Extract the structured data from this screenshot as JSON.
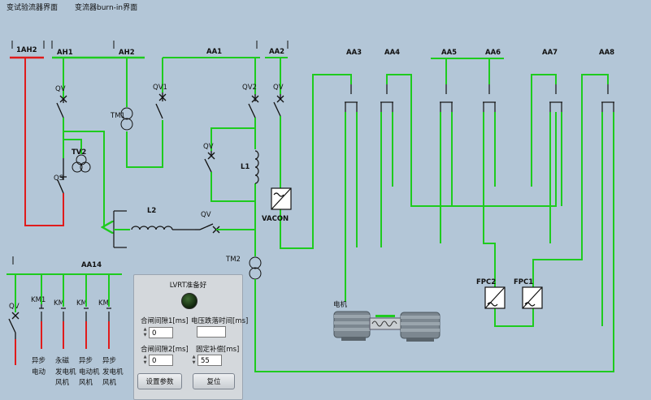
{
  "tabs": [
    {
      "label": "变试验流器界面"
    },
    {
      "label": "变流器burn-in界面"
    }
  ],
  "colors": {
    "energized": "#1ecb1e",
    "alarm": "#e01b1b",
    "line": "#111111",
    "background": "#b3c6d7"
  },
  "diagram": {
    "buses": {
      "bus_1ah2": "1AH2",
      "bus_ah1": "AH1",
      "bus_ah2": "AH2",
      "bus_aa1": "AA1",
      "bus_aa2": "AA2",
      "bus_aa3": "AA3",
      "bus_aa4": "AA4",
      "bus_aa5": "AA5",
      "bus_aa6": "AA6",
      "bus_aa7": "AA7",
      "bus_aa8": "AA8",
      "bus_aa14": "AA14"
    },
    "components": {
      "qv_ah1": "QV",
      "qv1": "QV1",
      "qv2": "QV2",
      "qv_aa2": "QV",
      "qv_mid": "QV",
      "qv_l2": "QV",
      "qv_aa14": "QV",
      "qs": "QS",
      "tm1": "TM1",
      "tm2": "TM2",
      "tv2": "TV2",
      "l1": "L1",
      "l2": "L2",
      "vacon": "VACON",
      "fpc1": "FPC1",
      "fpc2": "FPC2",
      "motor": "电机",
      "km1": "KM1",
      "km2": "KM",
      "km3": "KM",
      "km4": "KM"
    },
    "loads": [
      {
        "line1": "异步",
        "line2": "电动",
        "line3": ""
      },
      {
        "line1": "永磁",
        "line2": "发电机",
        "line3": "风机"
      },
      {
        "line1": "异步",
        "line2": "电动机",
        "line3": "风机"
      },
      {
        "line1": "异步",
        "line2": "发电机",
        "line3": "风机"
      }
    ]
  },
  "panel": {
    "title": "LVRT准备好",
    "ready_state": "off",
    "label_close_gap1": "合闸间隙1[ms]",
    "label_drop_time": "电压跌落时间[ms]",
    "label_close_gap2": "合闸间隙2[ms]",
    "label_fixed_comp": "固定补偿[ms]",
    "close_gap1_value": "0",
    "drop_time_value": "",
    "close_gap2_value": "0",
    "fixed_comp_value": "55",
    "set_params_button": "设置参数",
    "reset_button": "复位"
  }
}
